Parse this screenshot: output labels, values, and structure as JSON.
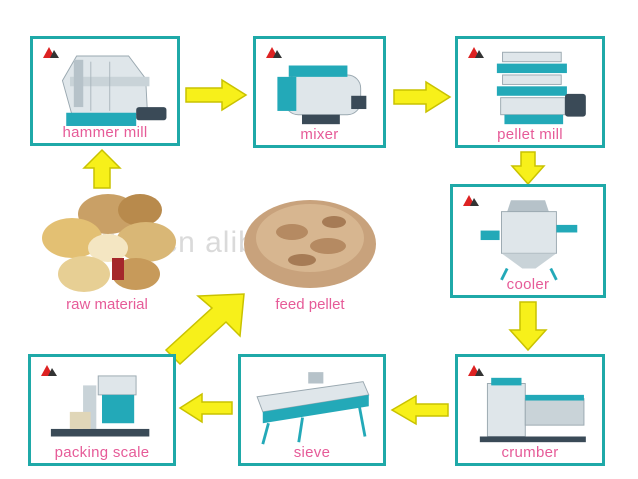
{
  "colors": {
    "box_border": "#1fa9a8",
    "caption": "#e65b98",
    "arrow_fill": "#f7f01a",
    "arrow_stroke": "#c9c200",
    "machine_teal": "#23a9b8",
    "machine_body": "#dfe6ea"
  },
  "steps": {
    "hammer_mill": {
      "label": "hammer mill",
      "icon": "hammer-mill-machine"
    },
    "mixer": {
      "label": "mixer",
      "icon": "mixer-machine"
    },
    "pellet_mill": {
      "label": "pellet mill",
      "icon": "pellet-mill-machine"
    },
    "cooler": {
      "label": "cooler",
      "icon": "cooler-machine"
    },
    "crumber": {
      "label": "crumber",
      "icon": "crumber-machine"
    },
    "sieve": {
      "label": "sieve",
      "icon": "sieve-machine"
    },
    "packing_scale": {
      "label": "packing scale",
      "icon": "packing-scale-machine"
    },
    "raw_material": {
      "label": "raw material",
      "icon": "grains-photo"
    },
    "feed_pellet": {
      "label": "feed pellet",
      "icon": "pellets-photo"
    }
  },
  "watermark": "1688.cn  alibaba.com"
}
